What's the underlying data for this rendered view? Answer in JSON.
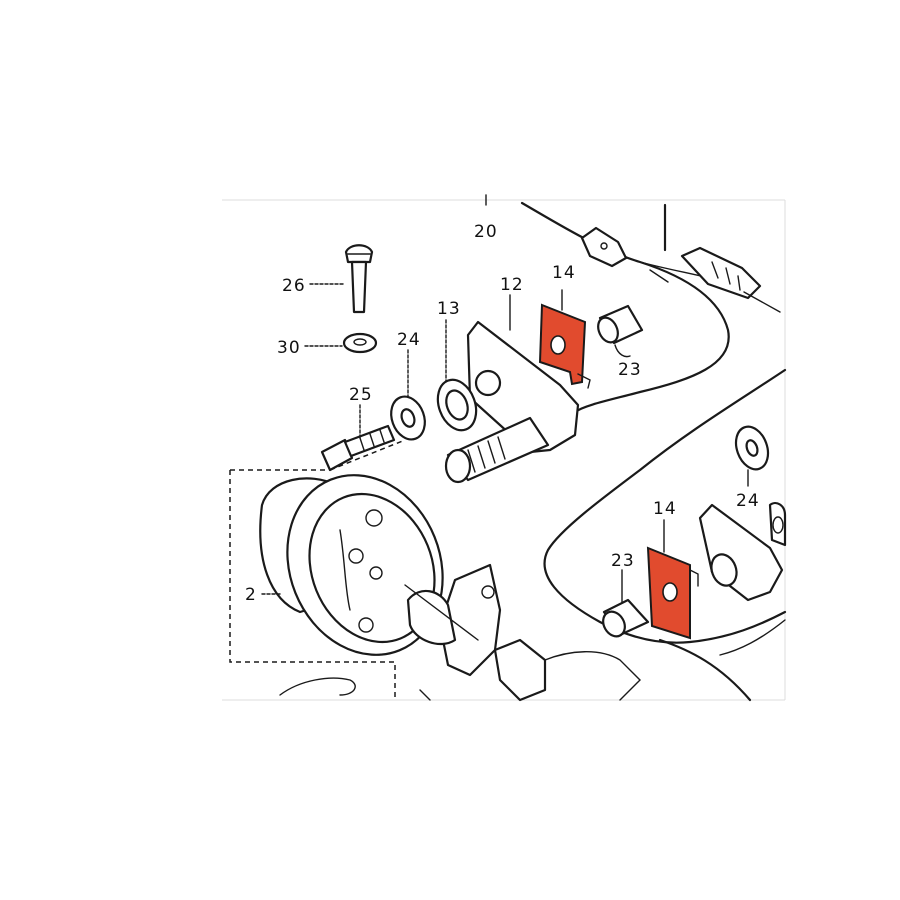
{
  "diagram": {
    "highlight_color": "#e14b2e",
    "line_color": "#1a1a1a",
    "background": "#ffffff",
    "callouts": {
      "c20": "20",
      "c26": "26",
      "c12": "12",
      "c14a": "14",
      "c13": "13",
      "c30": "30",
      "c24a": "24",
      "c23a": "23",
      "c25": "25",
      "c14b": "14",
      "c24b": "24",
      "c23b": "23",
      "c2": "2"
    }
  }
}
